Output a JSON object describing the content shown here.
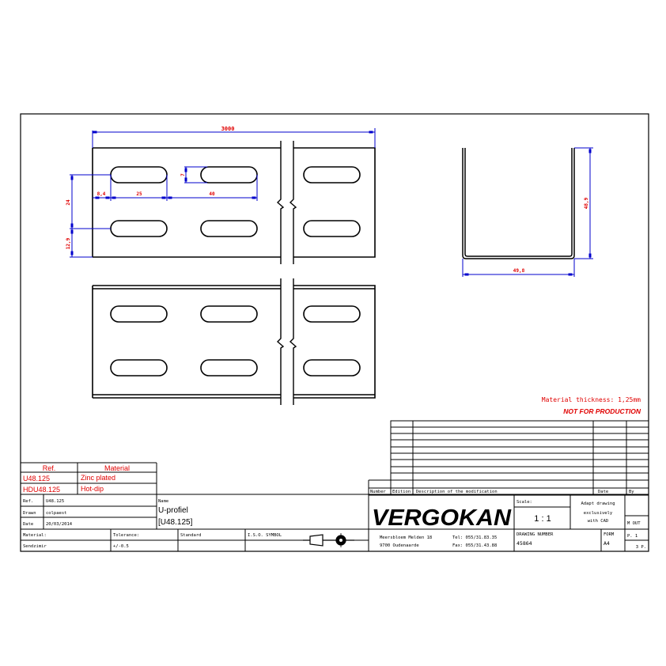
{
  "drawing": {
    "overall_length_dim": "3000",
    "slot_height_dim": "7",
    "edge_offset_dim": "8,4",
    "slot_length_dim": "25",
    "slot_pitch_dim": "40",
    "row_spacing_dim": "24",
    "bottom_offset_dim": "12,9",
    "profile_height_dim": "48,9",
    "profile_width_dim": "49,8",
    "material_thickness": "Material thickness: 1,25mm",
    "warning": "NOT FOR PRODUCTION"
  },
  "ref_table": {
    "headers": [
      "Ref.",
      "Material"
    ],
    "rows": [
      {
        "ref": "U48.125",
        "material": "Zinc plated"
      },
      {
        "ref": "HDU48.125",
        "material": "Hot-dip"
      }
    ]
  },
  "title_block": {
    "ref_label": "Ref.",
    "ref_value": "U48.125",
    "drawn_label": "Drawn",
    "drawn_value": "colpaest",
    "date_label": "Date",
    "date_value": "20/03/2014",
    "name_label": "Name",
    "name_line1": "U-profiel",
    "name_line2": "[U48.125]",
    "material_label": "Material:",
    "material_value": "Sendzimir",
    "tolerance_label": "Tolerance:",
    "tolerance_value": "+/-0.5",
    "standard_label": "Standard",
    "iso_label": "I.S.O. SYMBOL",
    "company": "VERGOKAN",
    "address1": "Meersbloem Melden 18",
    "address2": "9700 Oudenaarde",
    "tel": "Tel: 055/31.83.35",
    "fax": "Fax: 055/31.43.88",
    "scale_label": "Scale:",
    "scale_value": "1 : 1",
    "cad_note_1": "Adapt drawing",
    "cad_note_2": "exclusively",
    "cad_note_3": "with CAD",
    "drawing_number_label": "DRAWING NUMBER",
    "drawing_number": "45864",
    "form_label": "FORM",
    "form_value": "A4",
    "mout": "M OUT",
    "page": "P. 1",
    "pages": "3 P."
  },
  "revision_table": {
    "headers": [
      "Number",
      "Edition",
      "Description of the modification",
      "Date",
      "By"
    ],
    "empty_rows": 10
  },
  "colors": {
    "line": "#000000",
    "dimension": "#0000cc",
    "annotation": "#e00000"
  }
}
